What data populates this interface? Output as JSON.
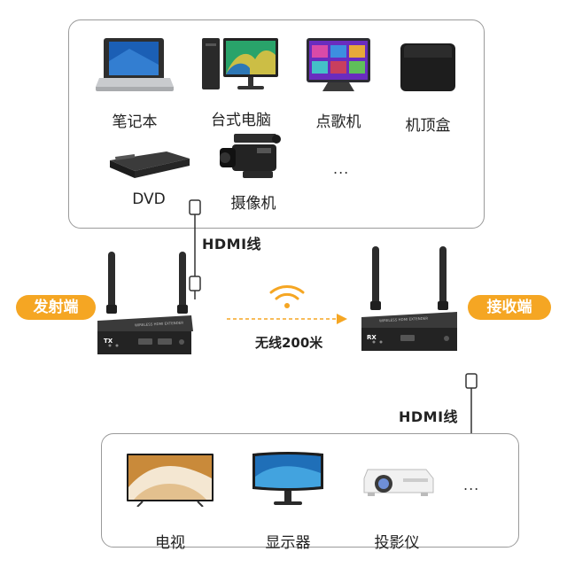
{
  "sources": {
    "laptop": "笔记本",
    "desktop": "台式电脑",
    "karaoke": "点歌机",
    "set_top_box": "机顶盒",
    "dvd": "DVD",
    "camcorder": "摄像机",
    "more": "..."
  },
  "cables": {
    "top": "HDMI线",
    "bottom": "HDMI线"
  },
  "transmitter": {
    "badge": "发射端",
    "panel_text": "TX",
    "brand_text": "WIRELESS HDMI EXTENDER"
  },
  "receiver": {
    "badge": "接收端",
    "panel_text": "RX",
    "brand_text": "WIRELESS HDMI EXTENDER"
  },
  "link": {
    "distance": "无线200米"
  },
  "displays": {
    "tv": "电视",
    "monitor": "显示器",
    "projector": "投影仪",
    "more": "..."
  },
  "colors": {
    "accent": "#f5a623",
    "border": "#9a9a9a",
    "device": "#2b2b2b"
  }
}
